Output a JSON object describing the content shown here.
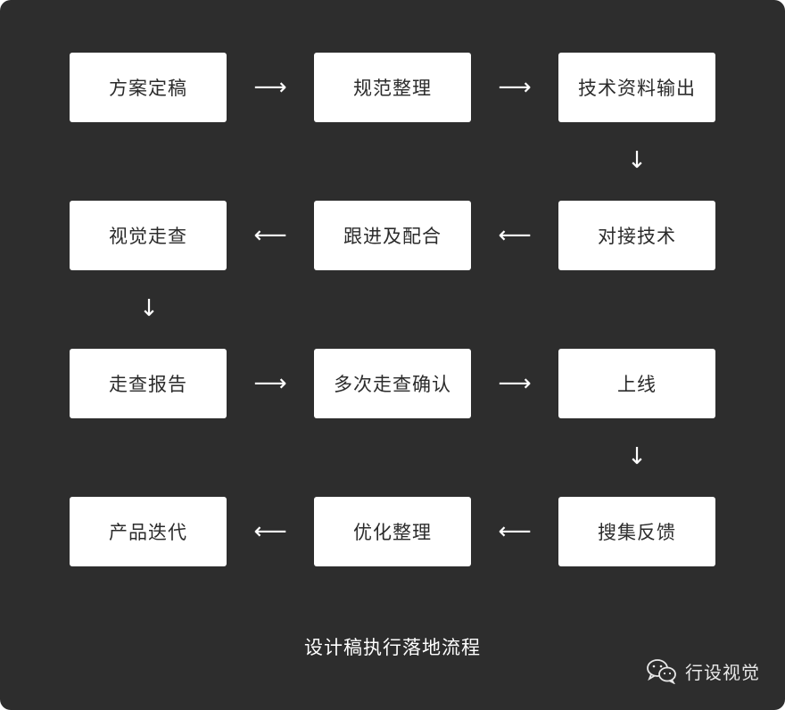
{
  "nodes": [
    {
      "id": "n1",
      "label": "方案定稿"
    },
    {
      "id": "n2",
      "label": "规范整理"
    },
    {
      "id": "n3",
      "label": "技术资料输出"
    },
    {
      "id": "n4",
      "label": "对接技术"
    },
    {
      "id": "n5",
      "label": "跟进及配合"
    },
    {
      "id": "n6",
      "label": "视觉走查"
    },
    {
      "id": "n7",
      "label": "走查报告"
    },
    {
      "id": "n8",
      "label": "多次走查确认"
    },
    {
      "id": "n9",
      "label": "上线"
    },
    {
      "id": "n10",
      "label": "搜集反馈"
    },
    {
      "id": "n11",
      "label": "优化整理"
    },
    {
      "id": "n12",
      "label": "产品迭代"
    }
  ],
  "edges": [
    {
      "from": "n1",
      "to": "n2"
    },
    {
      "from": "n2",
      "to": "n3"
    },
    {
      "from": "n3",
      "to": "n4"
    },
    {
      "from": "n4",
      "to": "n5"
    },
    {
      "from": "n5",
      "to": "n6"
    },
    {
      "from": "n6",
      "to": "n7"
    },
    {
      "from": "n7",
      "to": "n8"
    },
    {
      "from": "n8",
      "to": "n9"
    },
    {
      "from": "n9",
      "to": "n10"
    },
    {
      "from": "n10",
      "to": "n11"
    },
    {
      "from": "n11",
      "to": "n12"
    }
  ],
  "caption": "设计稿执行落地流程",
  "watermark": {
    "icon": "wechat-icon",
    "text": "行设视觉"
  },
  "colors": {
    "background": "#2d2d2d",
    "box": "#ffffff",
    "text": "#2b2b2b",
    "arrow": "#ffffff"
  }
}
